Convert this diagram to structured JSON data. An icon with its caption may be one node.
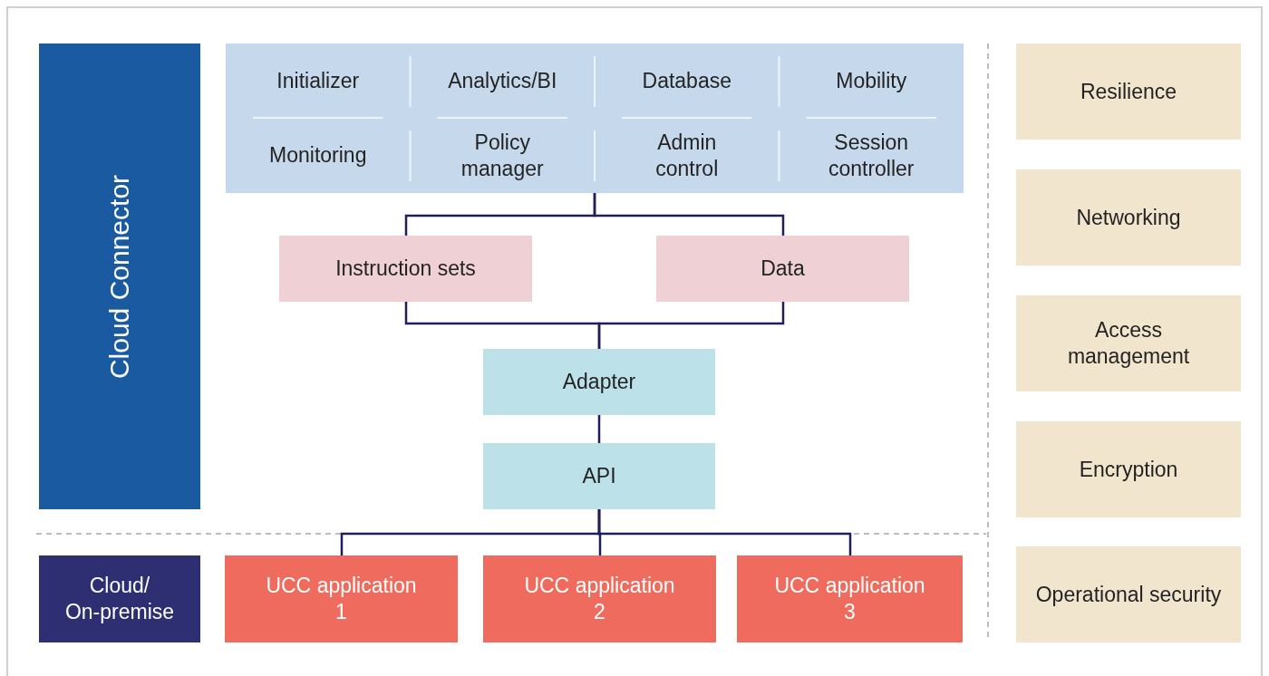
{
  "diagram": {
    "nodes": [
      {
        "text": [
          "Cloud Connector"
        ]
      },
      {
        "text": [],
        "shape": "box"
      },
      {
        "text": [
          "Initializer"
        ],
        "in": 1
      },
      {
        "text": [
          "Analytics/BI"
        ],
        "in": 1
      },
      {
        "text": [
          "Database"
        ],
        "in": 1
      },
      {
        "text": [
          "Mobility"
        ],
        "in": 1
      },
      {
        "text": [
          "Monitoring"
        ],
        "in": 1
      },
      {
        "text": [
          "Policy manager"
        ],
        "in": 1
      },
      {
        "text": [
          "Admin control"
        ],
        "in": 1
      },
      {
        "text": [
          "Session controller"
        ],
        "in": 1
      },
      {
        "text": [
          "Instruction sets"
        ]
      },
      {
        "text": [
          "Data"
        ]
      },
      {
        "text": [
          "Adapter"
        ]
      },
      {
        "text": [
          "API"
        ]
      },
      {
        "text": [
          "Cloud/ On-premise"
        ]
      },
      {
        "text": [
          "UCC application 1"
        ]
      },
      {
        "text": [
          "UCC application 2"
        ]
      },
      {
        "text": [
          "UCC application 3"
        ]
      },
      {
        "text": [
          "Resilience"
        ]
      },
      {
        "text": [
          "Networking"
        ]
      },
      {
        "text": [
          "Access management"
        ]
      },
      {
        "text": [
          "Encryption"
        ]
      },
      {
        "text": [
          "Operational security"
        ]
      }
    ],
    "edges": [
      {
        "from": 1,
        "to": 10,
        "arrow": "none"
      },
      {
        "from": 1,
        "to": 11,
        "arrow": "none"
      },
      {
        "from": 10,
        "to": 12,
        "arrow": "none"
      },
      {
        "from": 11,
        "to": 12,
        "arrow": "none"
      },
      {
        "from": 12,
        "to": 13,
        "arrow": "none"
      },
      {
        "from": 13,
        "to": 15,
        "arrow": "none"
      },
      {
        "from": 13,
        "to": 16,
        "arrow": "none"
      },
      {
        "from": 13,
        "to": 17,
        "arrow": "none"
      }
    ]
  }
}
